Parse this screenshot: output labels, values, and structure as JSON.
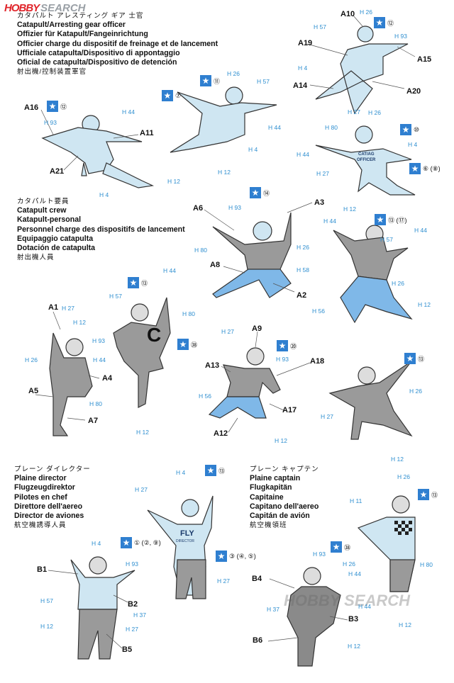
{
  "logo": {
    "hobby": "HOBBY",
    "search": "SEARCH"
  },
  "sections": {
    "officer": {
      "jp": "カタパルト アレスティング ギア 士官",
      "en": "Catapult/Arresting gear officer",
      "de": "Offizier für Katapult/Fangeinrichtung",
      "fr": "Officier charge du dispositif de freinage et de lancement",
      "it": "Ufficiale catapulta/Dispositivo di appontaggio",
      "es": "Oficial de catapulta/Dispositivo de detención",
      "cn": "射出機/控制装置軍官"
    },
    "crew": {
      "jp": "カタパルト要員",
      "en": "Catapult crew",
      "de": "Katapult-personal",
      "fr": "Personnel charge des dispositifs de lancement",
      "it": "Equipaggio catapulta",
      "es": "Dotación de catapulta",
      "cn": "射出機人員"
    },
    "director": {
      "jp": "プレーン ダイレクター",
      "en": "Plaine director",
      "de": "Flugzeugdirektor",
      "fr": "Pilotes en chef",
      "it": "Direttore dell'aereo",
      "es": "Director de aviones",
      "cn": "航空機誘導人員"
    },
    "captain": {
      "jp": "プレーン キャプテン",
      "en": "Plaine captain",
      "de": "Flugkapitän",
      "fr": "Capitaine",
      "it": "Capitano dell'aereo",
      "es": "Capitán de avión",
      "cn": "航空機領班"
    }
  },
  "figure_text": {
    "c_letter": "C",
    "fly": "FLY",
    "director": "DIRECTOR",
    "cat_ag": "CAT/AG",
    "officer": "OFFICER"
  },
  "labels": [
    "A10",
    "A19",
    "A15",
    "A14",
    "A20",
    "A16",
    "A11",
    "A21",
    "A6",
    "A3",
    "A8",
    "A2",
    "A1",
    "A4",
    "A5",
    "A7",
    "A9",
    "A13",
    "A18",
    "A17",
    "A12",
    "B1",
    "B2",
    "B5",
    "B4",
    "B3",
    "B6"
  ],
  "refs": [
    "H 26",
    "H 57",
    "H 93",
    "H 4",
    "H 27",
    "H 26",
    "H 57",
    "H 44",
    "H 4",
    "H 12",
    "H 93",
    "H 44",
    "H 12",
    "H 4",
    "H 80",
    "H 44",
    "H 27",
    "H 26",
    "H 4",
    "H 12",
    "H 93",
    "H 44",
    "H 26",
    "H 58",
    "H 80",
    "H 57",
    "H 44",
    "H 26",
    "H 12",
    "H 56",
    "H 57",
    "H 44",
    "H 80",
    "H 27",
    "H 12",
    "H 93",
    "H 44",
    "H 26",
    "H 80",
    "H 12",
    "H 27",
    "H 93",
    "H 56",
    "H 12",
    "H 26",
    "H 27",
    "H 12",
    "H 4",
    "H 27",
    "H 27",
    "H 4",
    "H 93",
    "H 57",
    "H 37",
    "H 27",
    "H 12",
    "H 26",
    "H 11",
    "H 93",
    "H 26",
    "H 44",
    "H 37",
    "H 44",
    "H 80",
    "H 12",
    "H 12"
  ],
  "stars": [
    "⑫",
    "⑪",
    "⑦",
    "⑩",
    "⑥ (⑧)",
    "⑭",
    "⑬ (⑰)",
    "⑬",
    "㊳",
    "⑳",
    "⑬",
    "⑬",
    "① (②, ⑨)",
    "③ (④, ⑤)",
    "⑬",
    "㊳"
  ],
  "watermark": "HOBBY SEARCH"
}
